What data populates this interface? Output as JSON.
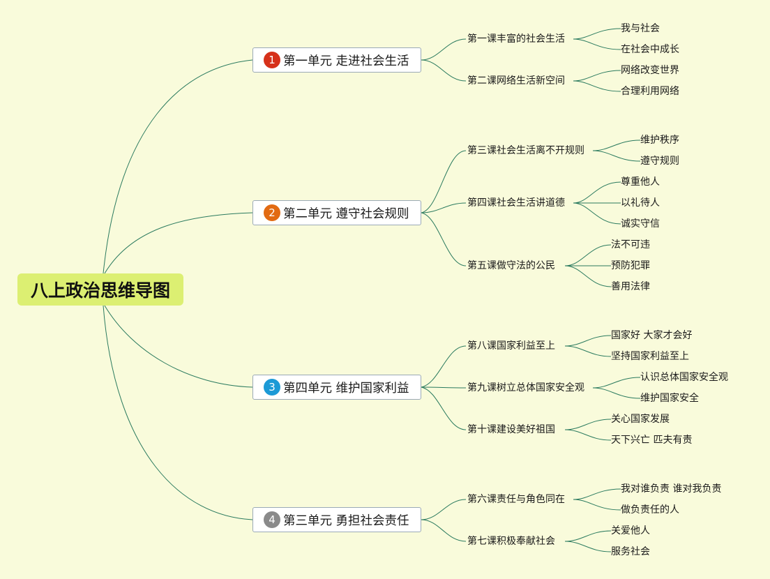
{
  "title": "八上政治思维导图",
  "colors": {
    "background": "#f9fbdb",
    "root_fill": "#dcef72",
    "connector": "#2a7a5e",
    "badge_1": "#d6311a",
    "badge_2": "#e26a12",
    "badge_3": "#1c9ad6",
    "badge_4": "#8a8a8a"
  },
  "units": [
    {
      "number": "1",
      "label": "第一单元 走进社会生活",
      "lessons": [
        {
          "label": "第一课丰富的社会生活",
          "points": [
            "我与社会",
            "在社会中成长"
          ]
        },
        {
          "label": "第二课网络生活新空间",
          "points": [
            "网络改变世界",
            "合理利用网络"
          ]
        }
      ]
    },
    {
      "number": "2",
      "label": "第二单元 遵守社会规则",
      "lessons": [
        {
          "label": "第三课社会生活离不开规则",
          "points": [
            "维护秩序",
            "遵守规则"
          ]
        },
        {
          "label": "第四课社会生活讲道德",
          "points": [
            "尊重他人",
            "以礼待人",
            "诚实守信"
          ]
        },
        {
          "label": "第五课做守法的公民",
          "points": [
            "法不可违",
            "预防犯罪",
            "善用法律"
          ]
        }
      ]
    },
    {
      "number": "3",
      "label": "第四单元 维护国家利益",
      "lessons": [
        {
          "label": "第八课国家利益至上",
          "points": [
            "国家好 大家才会好",
            "坚持国家利益至上"
          ]
        },
        {
          "label": "第九课树立总体国家安全观",
          "points": [
            "认识总体国家安全观",
            "维护国家安全"
          ]
        },
        {
          "label": "第十课建设美好祖国",
          "points": [
            "关心国家发展",
            "天下兴亡 匹夫有责"
          ]
        }
      ]
    },
    {
      "number": "4",
      "label": "第三单元 勇担社会责任",
      "lessons": [
        {
          "label": "第六课责任与角色同在",
          "points": [
            "我对谁负责 谁对我负责",
            "做负责任的人"
          ]
        },
        {
          "label": "第七课积极奉献社会",
          "points": [
            "关爱他人",
            "服务社会"
          ]
        }
      ]
    }
  ]
}
